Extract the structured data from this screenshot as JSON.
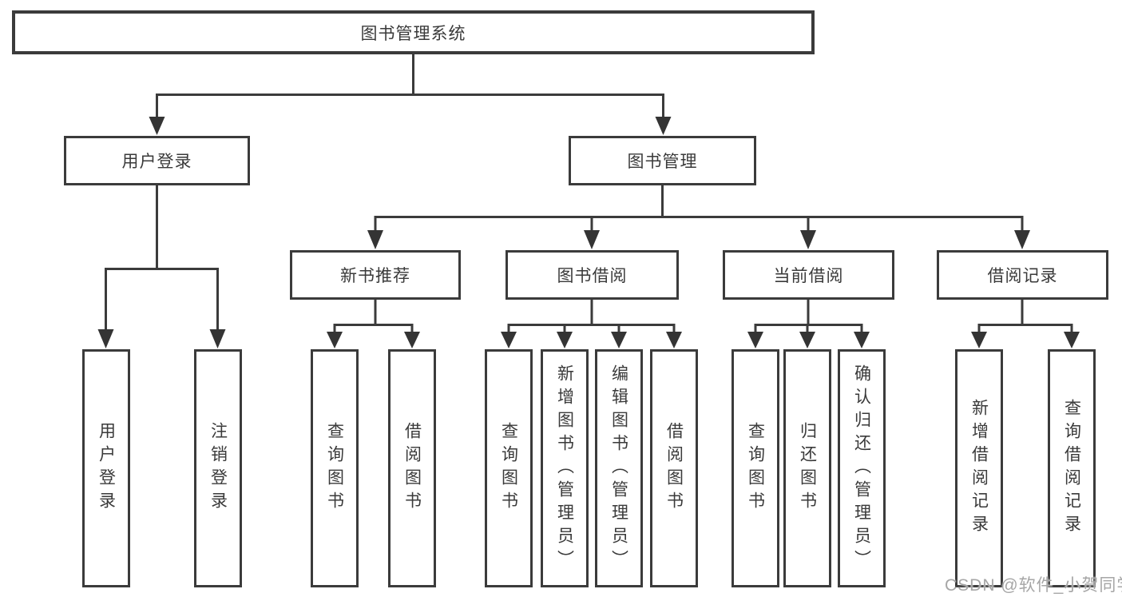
{
  "root": {
    "label": "图书管理系统"
  },
  "level2": {
    "user_login": {
      "label": "用户登录"
    },
    "book_management": {
      "label": "图书管理"
    }
  },
  "level3": {
    "new_book_recommend": {
      "label": "新书推荐"
    },
    "book_borrow": {
      "label": "图书借阅"
    },
    "current_borrow": {
      "label": "当前借阅"
    },
    "borrow_records": {
      "label": "借阅记录"
    }
  },
  "leaves": {
    "user_login": {
      "label": "用户登录"
    },
    "logout": {
      "label": "注销登录"
    },
    "nbr_query_books": {
      "label": "查询图书"
    },
    "nbr_borrow_books": {
      "label": "借阅图书"
    },
    "bb_query_books": {
      "label": "查询图书"
    },
    "bb_add_books": {
      "label": "新增图书（管理员）"
    },
    "bb_edit_books": {
      "label": "编辑图书（管理员）"
    },
    "bb_borrow_books": {
      "label": "借阅图书"
    },
    "cb_query_books": {
      "label": "查询图书"
    },
    "cb_return_books": {
      "label": "归还图书"
    },
    "cb_confirm_return": {
      "label": "确认归还（管理员）"
    },
    "br_add_record": {
      "label": "新增借阅记录"
    },
    "br_query_record": {
      "label": "查询借阅记录"
    }
  },
  "watermark": {
    "text": "CSDN @软件_小贺同学"
  },
  "colors": {
    "ink": "#3b3b3b",
    "text": "#3a3a3a",
    "background": "#ffffff",
    "watermark_gray": "#a6a6a6"
  }
}
